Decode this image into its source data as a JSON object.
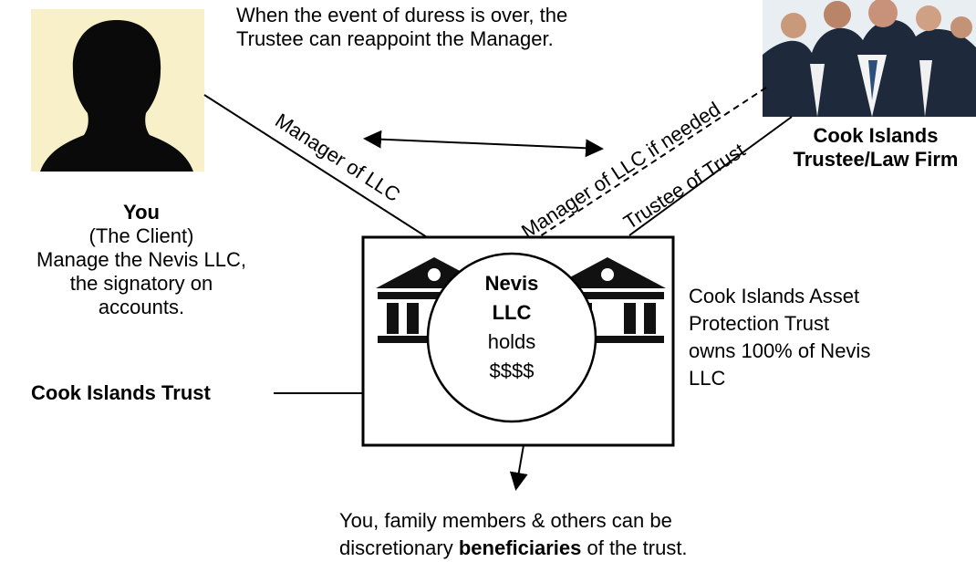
{
  "top_note": {
    "line1": "When the event of duress is over, the",
    "line2": "Trustee can reappoint the Manager."
  },
  "client": {
    "name": "You",
    "role": "(The Client)",
    "desc1": "Manage the Nevis LLC,",
    "desc2": "the signatory on",
    "desc3": "accounts."
  },
  "trustee": {
    "line1": "Cook Islands",
    "line2": "Trustee/Law Firm"
  },
  "edges": {
    "manager_llc": "Manager of LLC",
    "manager_if_needed": "Manager of LLC if needed",
    "trustee_of_trust": "Trustee of Trust"
  },
  "llc": {
    "name1": "Nevis",
    "name2": "LLC",
    "verb": "holds",
    "amount": "$$$$"
  },
  "trust_label": "Cook Islands Trust",
  "trust_desc": {
    "line1": "Cook Islands Asset",
    "line2": "Protection Trust",
    "line3": "owns 100% of Nevis",
    "line4": "LLC"
  },
  "beneficiaries": {
    "prefix": "You, family members & others can be",
    "line2_start": "discretionary",
    "line2_bold": "beneficiaries",
    "line2_end": "of the trust."
  },
  "colors": {
    "silhouette_bg": "#f7f0c9",
    "silhouette": "#0a0a0a",
    "bank_icon": "#111111"
  },
  "icons": [
    "person-silhouette-icon",
    "business-team-photo",
    "bank-icon",
    "double-arrow-icon"
  ]
}
